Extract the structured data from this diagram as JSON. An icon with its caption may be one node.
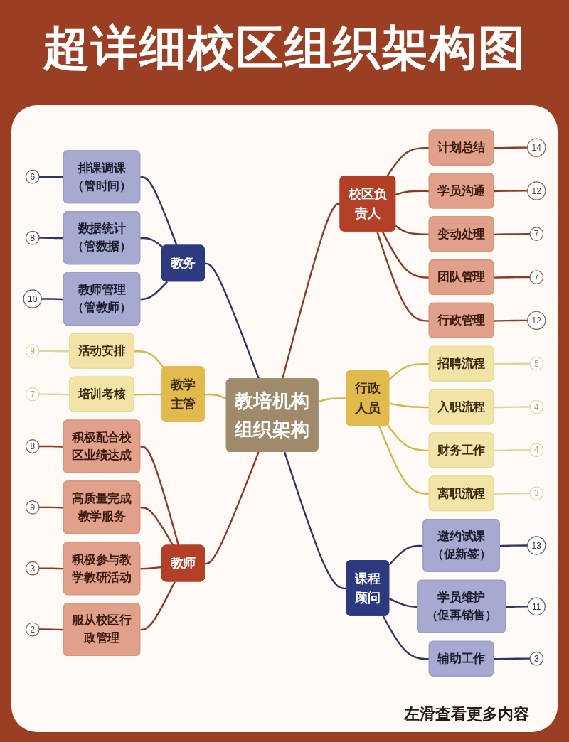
{
  "diagram": {
    "title": "超详细校区组织架构图",
    "nodes": [
      {
        "text": [
          "教培机构组织架构"
        ]
      },
      {
        "text": [
          "教务"
        ]
      },
      {
        "text": [
          "排课调课（管时间）"
        ]
      },
      {
        "text": [
          "6"
        ]
      },
      {
        "text": [
          "数据统计（管数据）"
        ]
      },
      {
        "text": [
          "8"
        ]
      },
      {
        "text": [
          "教师管理（管教师）"
        ]
      },
      {
        "text": [
          "10"
        ]
      },
      {
        "text": [
          "教学主管"
        ]
      },
      {
        "text": [
          "活动安排"
        ]
      },
      {
        "text": [
          "9"
        ]
      },
      {
        "text": [
          "培训考核"
        ]
      },
      {
        "text": [
          "7"
        ]
      },
      {
        "text": [
          "教师"
        ]
      },
      {
        "text": [
          "积极配合校区业绩达成"
        ]
      },
      {
        "text": [
          "8"
        ]
      },
      {
        "text": [
          "高质量完成教学服务"
        ]
      },
      {
        "text": [
          "9"
        ]
      },
      {
        "text": [
          "积极参与教学教研活动"
        ]
      },
      {
        "text": [
          "3"
        ]
      },
      {
        "text": [
          "服从校区行政管理"
        ]
      },
      {
        "text": [
          "2"
        ]
      },
      {
        "text": [
          "校区负责人"
        ]
      },
      {
        "text": [
          "计划总结"
        ]
      },
      {
        "text": [
          "14"
        ]
      },
      {
        "text": [
          "学员沟通"
        ]
      },
      {
        "text": [
          "12"
        ]
      },
      {
        "text": [
          "变动处理"
        ]
      },
      {
        "text": [
          "7"
        ]
      },
      {
        "text": [
          "团队管理"
        ]
      },
      {
        "text": [
          "7"
        ]
      },
      {
        "text": [
          "行政管理"
        ]
      },
      {
        "text": [
          "12"
        ]
      },
      {
        "text": [
          "行政人员"
        ]
      },
      {
        "text": [
          "招聘流程"
        ]
      },
      {
        "text": [
          "5"
        ]
      },
      {
        "text": [
          "入职流程"
        ]
      },
      {
        "text": [
          "4"
        ]
      },
      {
        "text": [
          "财务工作"
        ]
      },
      {
        "text": [
          "4"
        ]
      },
      {
        "text": [
          "离职流程"
        ]
      },
      {
        "text": [
          "3"
        ]
      },
      {
        "text": [
          "课程顾问"
        ]
      },
      {
        "text": [
          "邀约试课（促新签）"
        ]
      },
      {
        "text": [
          "13"
        ]
      },
      {
        "text": [
          "学员维护（促再销售）"
        ]
      },
      {
        "text": [
          "11"
        ]
      },
      {
        "text": [
          "辅助工作"
        ]
      },
      {
        "text": [
          "3"
        ]
      }
    ],
    "edges": [
      {
        "from": 1,
        "to": 0,
        "arrow": "none",
        "color": "#2f3561"
      },
      {
        "from": 2,
        "to": 1,
        "arrow": "none",
        "color": "#2f3561"
      },
      {
        "from": 3,
        "to": 2,
        "arrow": "none",
        "color": "#2f3561"
      },
      {
        "from": 4,
        "to": 1,
        "arrow": "none",
        "color": "#2f3561"
      },
      {
        "from": 5,
        "to": 4,
        "arrow": "none",
        "color": "#2f3561"
      },
      {
        "from": 6,
        "to": 1,
        "arrow": "none",
        "color": "#2f3561"
      },
      {
        "from": 7,
        "to": 6,
        "arrow": "none",
        "color": "#2f3561"
      },
      {
        "from": 8,
        "to": 0,
        "arrow": "none",
        "color": "#d4b64a"
      },
      {
        "from": 9,
        "to": 8,
        "arrow": "none",
        "color": "#d4b64a"
      },
      {
        "from": 10,
        "to": 9,
        "arrow": "none",
        "color": "#e0d4a0"
      },
      {
        "from": 11,
        "to": 8,
        "arrow": "none",
        "color": "#d4b64a"
      },
      {
        "from": 12,
        "to": 11,
        "arrow": "none",
        "color": "#e0d4a0"
      },
      {
        "from": 13,
        "to": 0,
        "arrow": "none"
      },
      {
        "from": 14,
        "to": 13,
        "arrow": "none"
      },
      {
        "from": 15,
        "to": 14,
        "arrow": "none"
      },
      {
        "from": 16,
        "to": 13,
        "arrow": "none"
      },
      {
        "from": 17,
        "to": 16,
        "arrow": "none"
      },
      {
        "from": 18,
        "to": 13,
        "arrow": "none"
      },
      {
        "from": 19,
        "to": 18,
        "arrow": "none"
      },
      {
        "from": 20,
        "to": 13,
        "arrow": "none"
      },
      {
        "from": 21,
        "to": 20,
        "arrow": "none"
      },
      {
        "from": 0,
        "to": 22,
        "arrow": "none"
      },
      {
        "from": 22,
        "to": 23,
        "arrow": "none"
      },
      {
        "from": 23,
        "to": 24,
        "arrow": "none"
      },
      {
        "from": 22,
        "to": 25,
        "arrow": "none"
      },
      {
        "from": 25,
        "to": 26,
        "arrow": "none"
      },
      {
        "from": 22,
        "to": 27,
        "arrow": "none"
      },
      {
        "from": 27,
        "to": 28,
        "arrow": "none"
      },
      {
        "from": 22,
        "to": 29,
        "arrow": "none"
      },
      {
        "from": 29,
        "to": 30,
        "arrow": "none"
      },
      {
        "from": 22,
        "to": 31,
        "arrow": "none"
      },
      {
        "from": 31,
        "to": 32,
        "arrow": "none"
      },
      {
        "from": 0,
        "to": 33,
        "arrow": "none",
        "color": "#d4b64a"
      },
      {
        "from": 33,
        "to": 34,
        "arrow": "none",
        "color": "#d4b64a"
      },
      {
        "from": 34,
        "to": 35,
        "arrow": "none",
        "color": "#e0d4a0"
      },
      {
        "from": 33,
        "to": 36,
        "arrow": "none",
        "color": "#d4b64a"
      },
      {
        "from": 36,
        "to": 37,
        "arrow": "none",
        "color": "#e0d4a0"
      },
      {
        "from": 33,
        "to": 38,
        "arrow": "none",
        "color": "#d4b64a"
      },
      {
        "from": 38,
        "to": 39,
        "arrow": "none",
        "color": "#e0d4a0"
      },
      {
        "from": 33,
        "to": 40,
        "arrow": "none",
        "color": "#d4b64a"
      },
      {
        "from": 40,
        "to": 41,
        "arrow": "none",
        "color": "#e0d4a0"
      },
      {
        "from": 0,
        "to": 42,
        "arrow": "none",
        "color": "#2f3561"
      },
      {
        "from": 42,
        "to": 43,
        "arrow": "none",
        "color": "#2f3561"
      },
      {
        "from": 43,
        "to": 44,
        "arrow": "none",
        "color": "#2f3561"
      },
      {
        "from": 42,
        "to": 45,
        "arrow": "none",
        "color": "#2f3561"
      },
      {
        "from": 45,
        "to": 46,
        "arrow": "none",
        "color": "#2f3561"
      },
      {
        "from": 42,
        "to": 47,
        "arrow": "none",
        "color": "#2f3561"
      },
      {
        "from": 47,
        "to": 48,
        "arrow": "none",
        "color": "#2f3561"
      }
    ],
    "labels": [
      "左滑查看更多内容"
    ]
  }
}
